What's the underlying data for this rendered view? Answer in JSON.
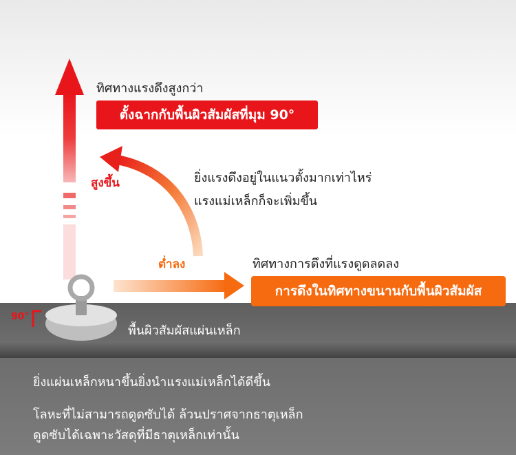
{
  "vertical": {
    "title": "ทิศทางแรงดึงสูงกว่า",
    "box": "ตั้งฉากกับพื้นผิวสัมผัสที่มุม 90°",
    "higher": "สูงขึ้น"
  },
  "note": {
    "line1": "ยิ่งแรงดึงอยู่ในแนวตั้งมากเท่าไหร่",
    "line2": "แรงแม่เหล็กก็จะเพิ่มขึ้น"
  },
  "horizontal": {
    "lower": "ต่ำลง",
    "title": "ทิศทางการดึงที่แรงดูดลดลง",
    "box": "การดึงในทิศทางขนานกับพื้นผิวสัมผัส"
  },
  "surface": {
    "angle": "90°",
    "label": "พื้นผิวสัมผัสแผ่นเหล็ก"
  },
  "bottom": {
    "line1": "ยิ่งแผ่นเหล็กหนาขึ้นยิ่งนำแรงแม่เหล็กได้ดีขึ้น",
    "line2": "โลหะที่ไม่สามารถดูดซับได้ ล้วนปราศจากธาตุเหล็ก",
    "line3": "ดูดซับได้เฉพาะวัสดุที่มีธาตุเหล็กเท่านั้น"
  },
  "colors": {
    "red": "#e8161b",
    "orange": "#f66a10"
  }
}
